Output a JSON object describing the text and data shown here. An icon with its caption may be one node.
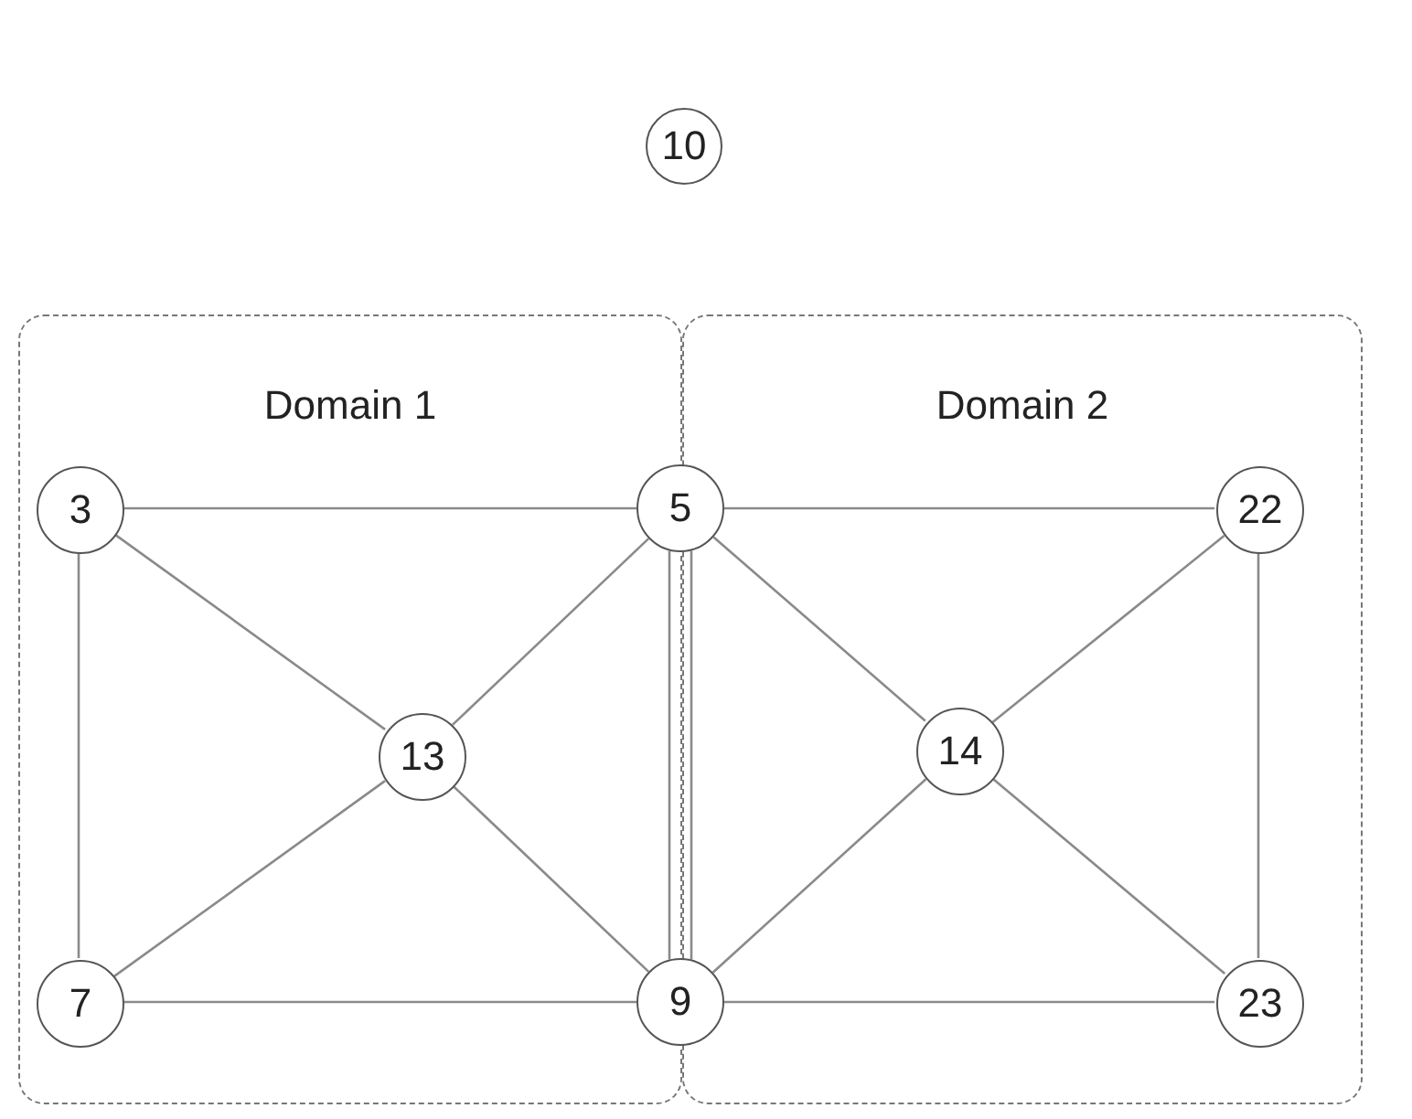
{
  "diagram": {
    "nodes": [
      {
        "text": [
          "10"
        ]
      },
      {
        "text": [
          "Domain 1"
        ]
      },
      {
        "text": [
          "Domain 2"
        ]
      },
      {
        "text": [
          "3"
        ],
        "in": 1
      },
      {
        "text": [
          "5"
        ]
      },
      {
        "text": [
          "22"
        ],
        "in": 2
      },
      {
        "text": [
          "13"
        ],
        "in": 1
      },
      {
        "text": [
          "14"
        ],
        "in": 2
      },
      {
        "text": [
          "7"
        ],
        "in": 1
      },
      {
        "text": [
          "9"
        ]
      },
      {
        "text": [
          "23"
        ],
        "in": 2
      }
    ],
    "edges": [
      {
        "from": 3,
        "to": 4,
        "arrow": "none"
      },
      {
        "from": 3,
        "to": 6,
        "arrow": "none"
      },
      {
        "from": 3,
        "to": 8,
        "arrow": "none"
      },
      {
        "from": 4,
        "to": 6,
        "arrow": "none"
      },
      {
        "from": 4,
        "to": 9,
        "arrow": "none"
      },
      {
        "from": 4,
        "to": 9,
        "arrow": "none"
      },
      {
        "from": 4,
        "to": 5,
        "arrow": "none"
      },
      {
        "from": 4,
        "to": 7,
        "arrow": "none"
      },
      {
        "from": 5,
        "to": 7,
        "arrow": "none"
      },
      {
        "from": 5,
        "to": 10,
        "arrow": "none"
      },
      {
        "from": 6,
        "to": 9,
        "arrow": "none"
      },
      {
        "from": 6,
        "to": 8,
        "arrow": "none"
      },
      {
        "from": 8,
        "to": 9,
        "arrow": "none"
      },
      {
        "from": 7,
        "to": 9,
        "arrow": "none"
      },
      {
        "from": 7,
        "to": 10,
        "arrow": "none"
      },
      {
        "from": 9,
        "to": 10,
        "arrow": "none"
      }
    ]
  }
}
